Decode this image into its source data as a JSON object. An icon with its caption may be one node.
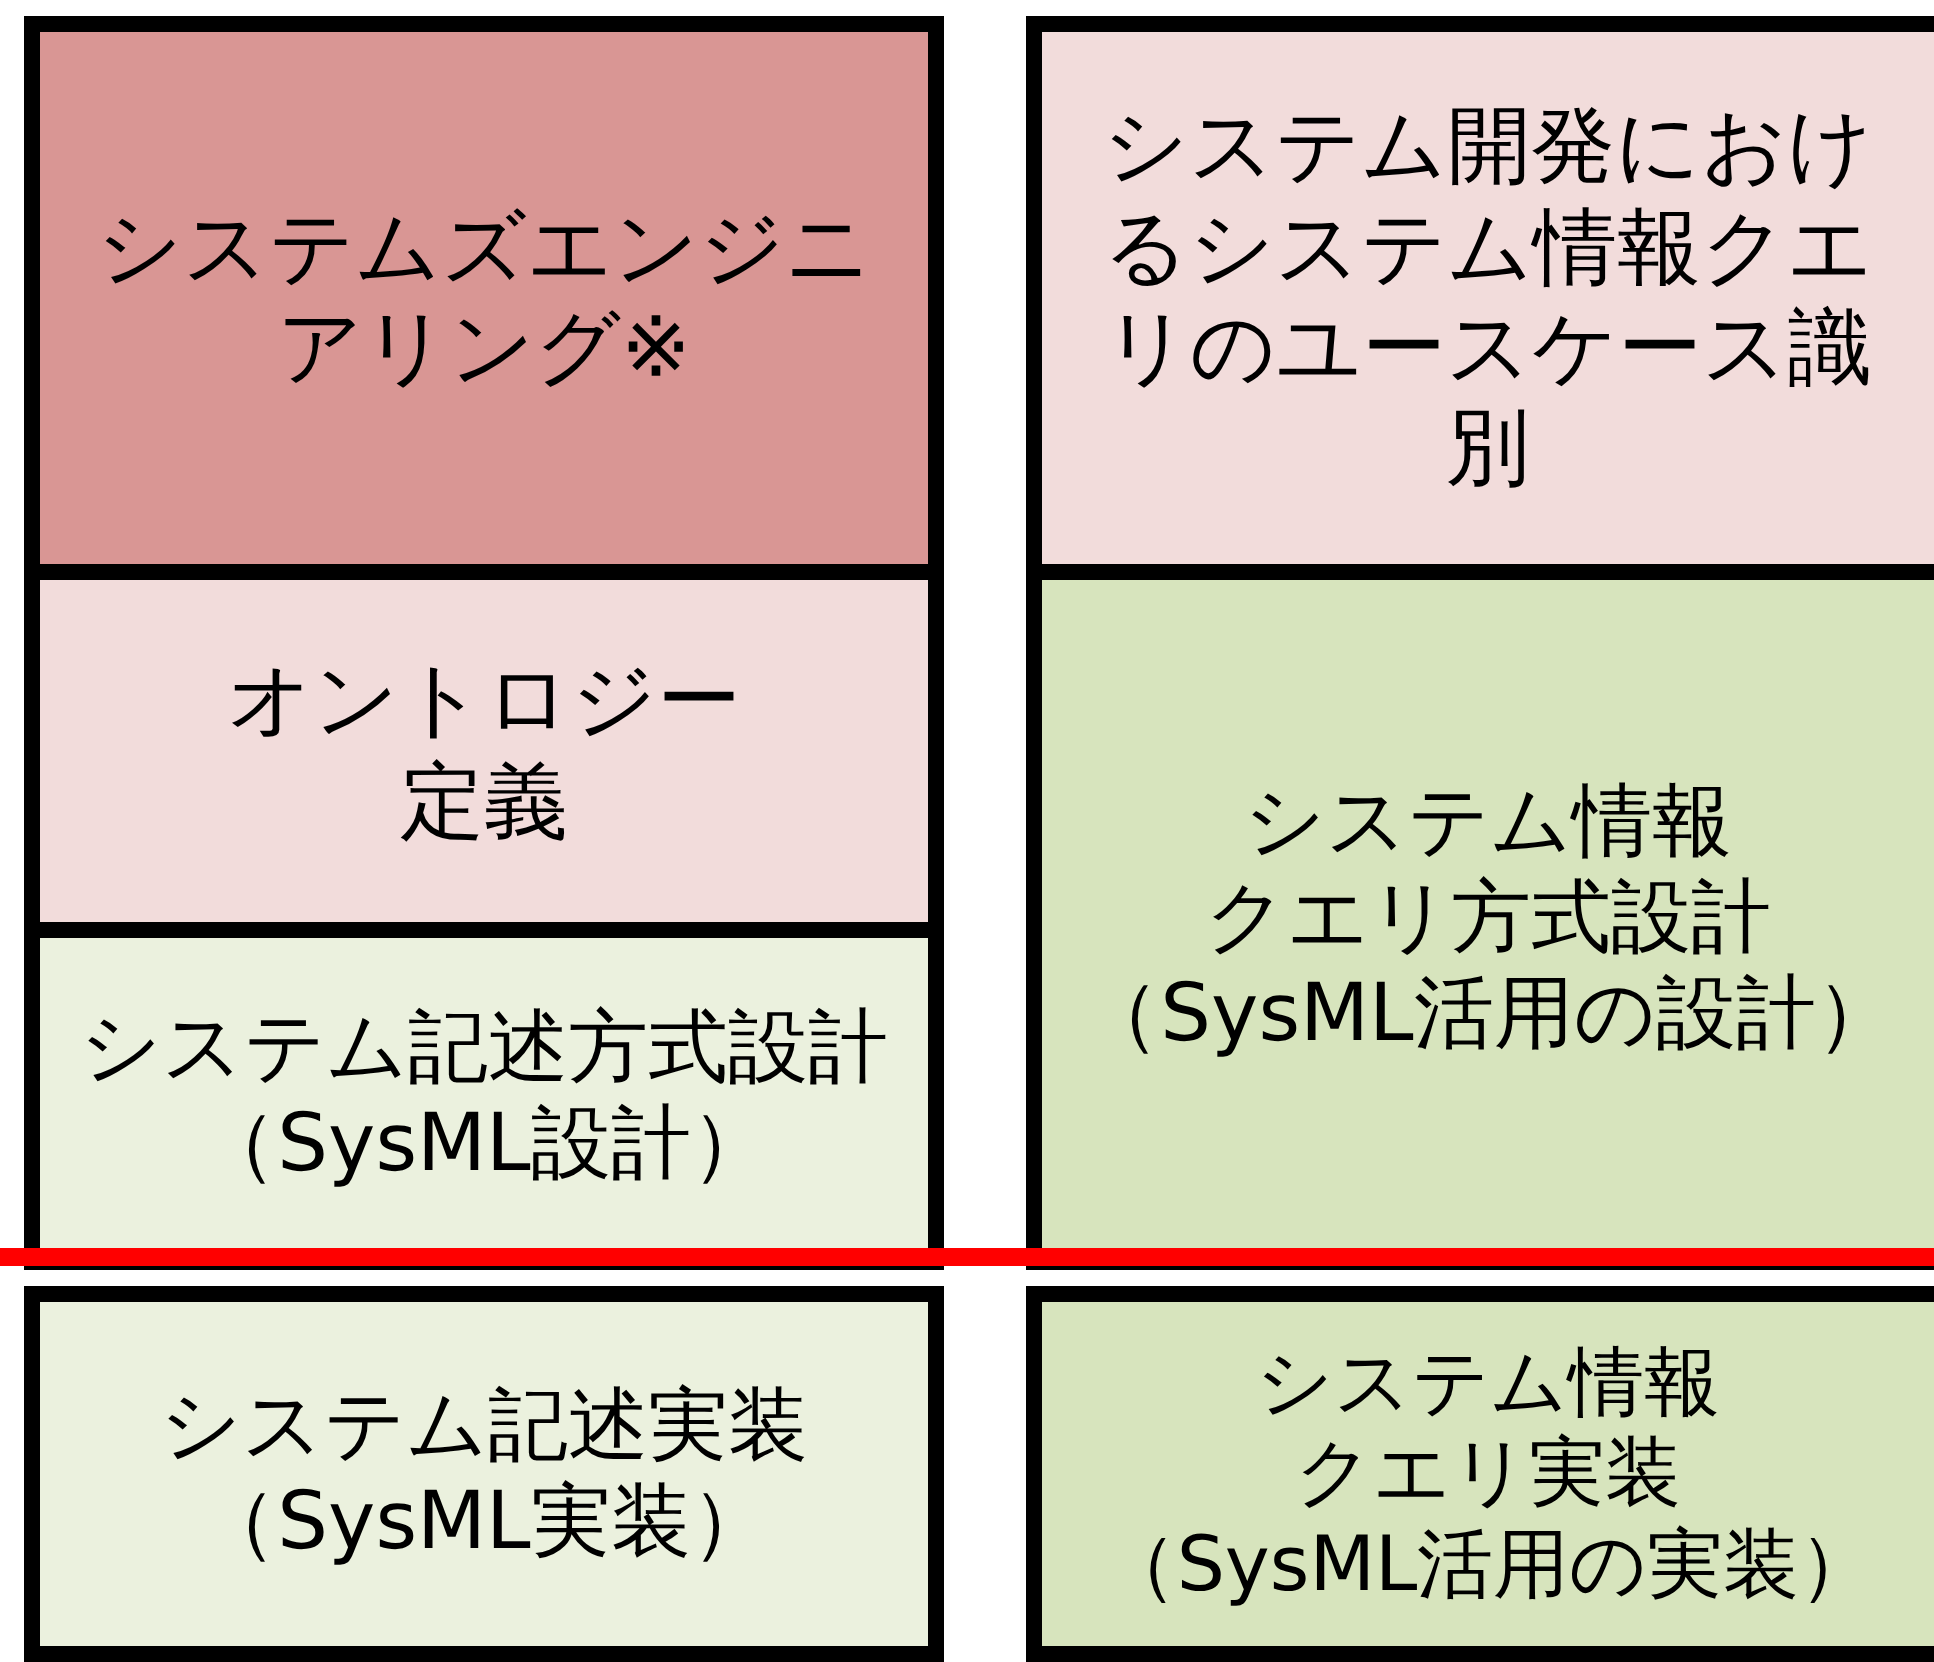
{
  "diagram": {
    "nodes": [
      {
        "text": [
          "システムズエンジニアリング※"
        ]
      },
      {
        "text": [
          "オントロジー定義"
        ]
      },
      {
        "text": [
          "システム記述方式設計",
          "（SysML設計）"
        ]
      },
      {
        "text": [
          "システム記述実装",
          "（SysML実装）"
        ]
      },
      {
        "text": [
          "システム開発におけるシステム情報クエリのユースケース識別"
        ]
      },
      {
        "text": [
          "システム情報クエリ方式設計",
          "（SysML活用の設計）"
        ]
      },
      {
        "text": [
          "システム情報クエリ実装",
          "（SysML活用の実装）"
        ]
      }
    ]
  }
}
